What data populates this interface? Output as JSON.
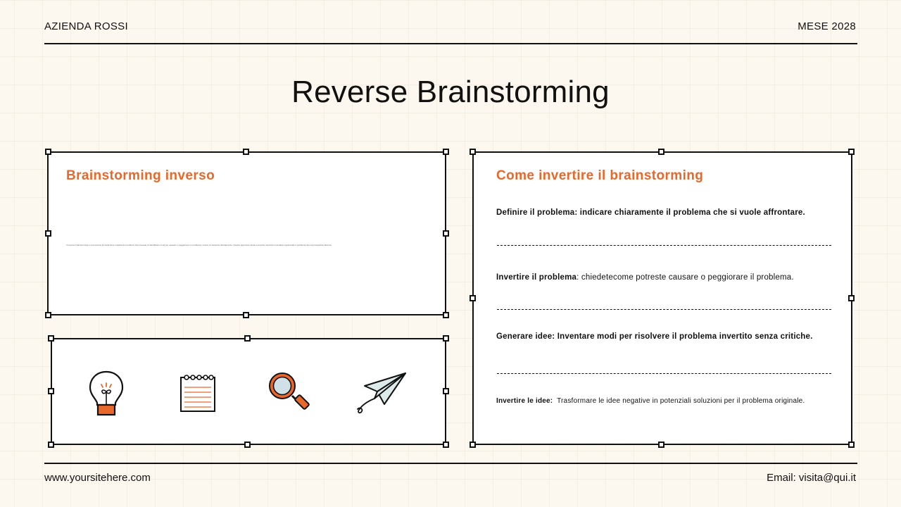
{
  "header": {
    "company": "AZIENDA ROSSI",
    "date": "MESE 2028"
  },
  "title": "Reverse Brainstorming",
  "left_card": {
    "title": "Brainstorming inverso",
    "body": "Il reverse brainstorming è una tecnica di risoluzione creativa dei problemi che prevede di identificare modi per causare o peggiorare un problema, invece di risolverlo direttamente. Questo approccio aiuta a scoprire soluzioni innovative esplorando il problema da una prospettiva diversa."
  },
  "icons_card": {
    "icons": [
      "lightbulb-icon",
      "notepad-icon",
      "magnifier-icon",
      "paper-plane-icon"
    ]
  },
  "right_card": {
    "title": "Come invertire il brainstorming",
    "steps": [
      {
        "label": "Definire il problema: indicare chiaramente il problema che si vuole affrontare.",
        "text": ""
      },
      {
        "label": "Invertire il problema",
        "text": ": chiedetecome potreste causare o peggiorare il problema."
      },
      {
        "label": "Generare idee: Inventare modi per risolvere il problema invertito senza critiche.",
        "text": ""
      },
      {
        "label": "Invertire le idee:",
        "text": "  Trasformare le idee negative in potenziali soluzioni per il problema originale."
      }
    ]
  },
  "footer": {
    "website": "www.yoursitehere.com",
    "email": "Email: visita@qui.it"
  },
  "colors": {
    "accent": "#e8672b",
    "background": "#fdf8ef",
    "line": "#111111"
  }
}
